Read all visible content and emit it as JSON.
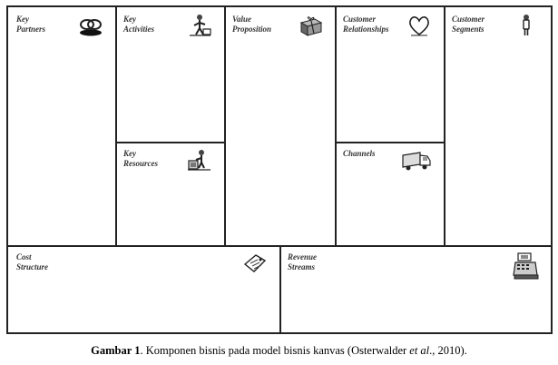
{
  "canvas": {
    "blocks": {
      "key_partners": {
        "label": "Key\nPartners",
        "icon": "chain-link-icon"
      },
      "key_activities": {
        "label": "Key\nActivities",
        "icon": "worker-icon"
      },
      "key_resources": {
        "label": "Key\nResources",
        "icon": "factory-worker-icon"
      },
      "value_proposition": {
        "label": "Value\nProposition",
        "icon": "gift-box-icon"
      },
      "customer_relationships": {
        "label": "Customer\nRelationships",
        "icon": "heart-icon"
      },
      "channels": {
        "label": "Channels",
        "icon": "delivery-truck-icon"
      },
      "customer_segments": {
        "label": "Customer\nSegments",
        "icon": "person-icon"
      },
      "cost_structure": {
        "label": "Cost\nStructure",
        "icon": "price-tag-icon"
      },
      "revenue_streams": {
        "label": "Revenue\nStreams",
        "icon": "cash-register-icon"
      }
    }
  },
  "caption": {
    "figure_label": "Gambar 1",
    "text_before": ". Komponen bisnis pada model bisnis kanvas (Osterwalder ",
    "italic_part": "et al",
    "text_after": "., 2010)."
  }
}
